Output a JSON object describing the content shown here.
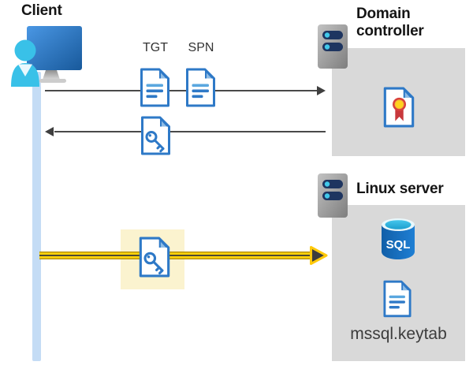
{
  "nodes": {
    "client": {
      "name": "Client",
      "icon": "user-computer-icon"
    },
    "domain_controller": {
      "name": "Domain controller",
      "icon": "server-icon",
      "contains": [
        "certificate-file-icon"
      ]
    },
    "linux_server": {
      "name": "Linux server",
      "icon": "server-icon",
      "sql_text": "SQL",
      "keytab_caption": "mssql.keytab",
      "contains": [
        "sql-database-icon",
        "keytab-file-icon"
      ]
    }
  },
  "flows": [
    {
      "id": "ticket-request",
      "from": "client",
      "to": "domain_controller",
      "direction": "right",
      "style": "thin-gray-arrow",
      "tickets": [
        {
          "label": "TGT",
          "icon": "document-icon"
        },
        {
          "label": "SPN",
          "icon": "document-icon"
        }
      ]
    },
    {
      "id": "ticket-response",
      "from": "domain_controller",
      "to": "client",
      "direction": "left",
      "style": "thin-gray-arrow",
      "tickets": [
        {
          "icon": "key-file-icon"
        }
      ]
    },
    {
      "id": "kerberos-sql-connection",
      "from": "client",
      "to": "linux_server",
      "direction": "right",
      "style": "bold-yellow-arrow",
      "tickets": [
        {
          "icon": "key-file-icon",
          "highlighted": true
        }
      ]
    }
  ],
  "colors": {
    "doc_blue": "#2e79c7",
    "doc_line_light": "#5aa7df",
    "accent_cyan": "#39c1e8",
    "box_gray": "#d9d9d9",
    "arrow_gray": "#4a4a4a",
    "highlight_yellow": "#fbf3cf",
    "arrow_yellow": "#ffd40a",
    "timeline_blue": "#c4dcf5",
    "server_navy": "#1e3560",
    "sql_blue": "#1b74c4",
    "cert_red": "#d8413c",
    "cert_gold": "#ffd21e"
  }
}
